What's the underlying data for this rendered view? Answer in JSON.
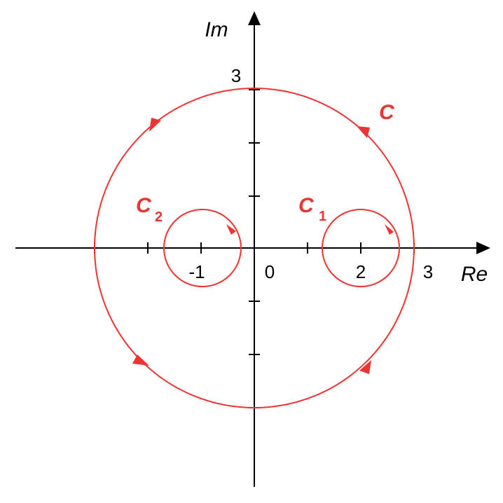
{
  "axes": {
    "x_label": "Re",
    "y_label": "Im"
  },
  "x_ticks": [
    {
      "value": -1,
      "label": "-1"
    },
    {
      "value": 0,
      "label": "0"
    },
    {
      "value": 2,
      "label": "2"
    },
    {
      "value": 3,
      "label": "3"
    }
  ],
  "y_ticks": [
    {
      "value": 3,
      "label": "3"
    }
  ],
  "curves": {
    "c": {
      "name": "C",
      "sub": "",
      "center": [
        0,
        0
      ],
      "radius": 3
    },
    "c1": {
      "name": "C",
      "sub": "1",
      "center": [
        2,
        0
      ],
      "radius": 0.73
    },
    "c2": {
      "name": "C",
      "sub": "2",
      "center": [
        -1,
        0
      ],
      "radius": 0.73
    }
  },
  "colors": {
    "curve": "#ee3333",
    "axis": "#000000"
  }
}
